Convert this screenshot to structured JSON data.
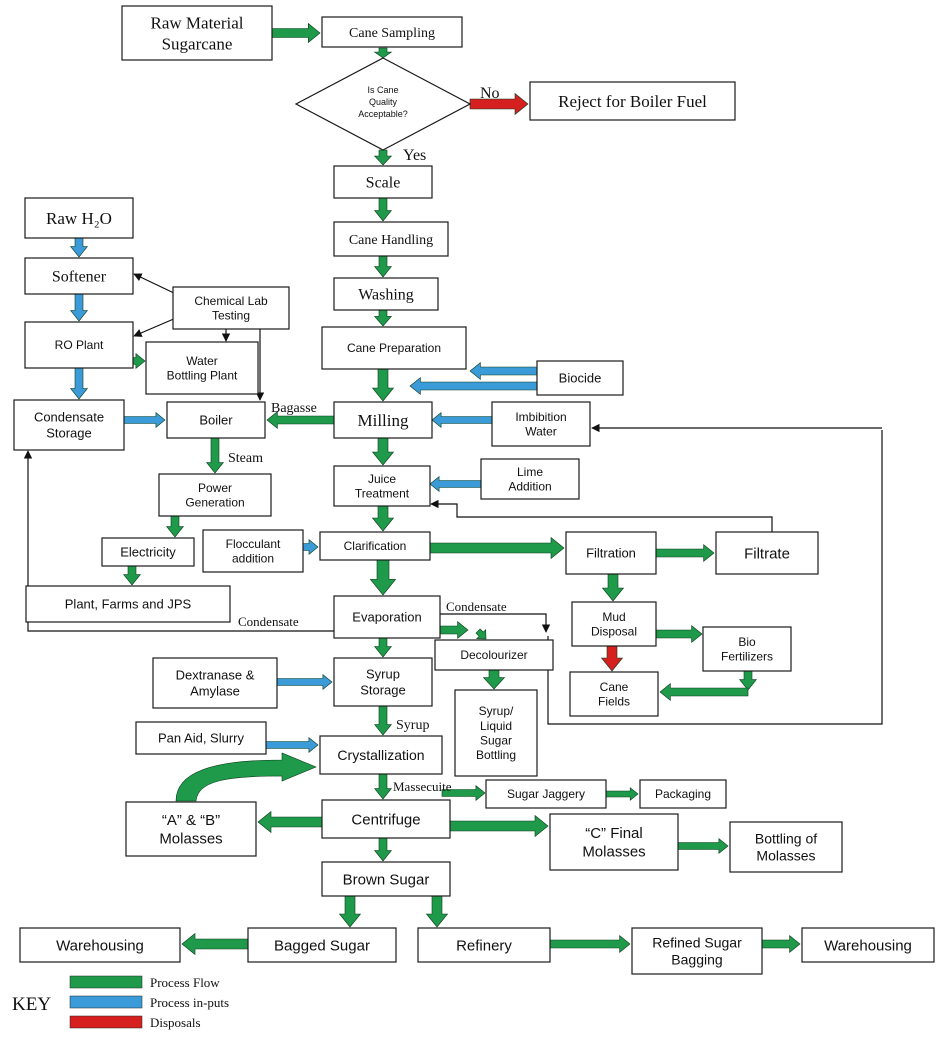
{
  "colors": {
    "process_flow": "#1e9a4a",
    "process_inputs": "#3a9bd8",
    "disposals": "#d62020"
  },
  "nodes": {
    "raw_material": [
      "Raw Material",
      "Sugarcane"
    ],
    "cane_sampling": "Cane Sampling",
    "decision": [
      "Is Cane",
      "Quality",
      "Acceptable?"
    ],
    "reject": "Reject for Boiler Fuel",
    "scale": "Scale",
    "cane_handling": "Cane Handling",
    "washing": "Washing",
    "cane_preparation": "Cane Preparation",
    "biocide": "Biocide",
    "milling": "Milling",
    "imbibition": [
      "Imbibition",
      "Water"
    ],
    "juice_treatment": [
      "Juice",
      "Treatment"
    ],
    "lime_addition": [
      "Lime",
      "Addition"
    ],
    "clarification": "Clarification",
    "filtration": "Filtration",
    "filtrate": "Filtrate",
    "flocculant": [
      "Flocculant",
      "addition"
    ],
    "evaporation": "Evaporation",
    "decolourizer": "Decolourizer",
    "syrup_bottling": [
      "Syrup/",
      "Liquid",
      "Sugar",
      "Bottling"
    ],
    "mud_disposal": [
      "Mud",
      "Disposal"
    ],
    "bio_fertilizers": [
      "Bio",
      "Fertilizers"
    ],
    "cane_fields": [
      "Cane",
      "Fields"
    ],
    "dextranase": [
      "Dextranase &",
      "Amylase"
    ],
    "syrup_storage": [
      "Syrup",
      "Storage"
    ],
    "pan_aid": "Pan Aid, Slurry",
    "crystallization": "Crystallization",
    "sugar_jaggery": "Sugar Jaggery",
    "packaging": "Packaging",
    "ab_molasses": [
      "“A” & “B”",
      "Molasses"
    ],
    "centrifuge": "Centrifuge",
    "c_molasses": [
      "“C” Final",
      "Molasses"
    ],
    "bottling_molasses": [
      "Bottling of",
      "Molasses"
    ],
    "brown_sugar": "Brown Sugar",
    "warehousing_left": "Warehousing",
    "bagged_sugar": "Bagged Sugar",
    "refinery": "Refinery",
    "refined_bagging": [
      "Refined Sugar",
      "Bagging"
    ],
    "warehousing_right": "Warehousing",
    "raw_h2o": "Raw H₂O",
    "softener": "Softener",
    "chemical_lab": [
      "Chemical Lab",
      "Testing"
    ],
    "ro_plant": "RO Plant",
    "water_bottling": [
      "Water",
      "Bottling Plant"
    ],
    "condensate_storage": [
      "Condensate",
      "Storage"
    ],
    "boiler": "Boiler",
    "power_generation": [
      "Power",
      "Generation"
    ],
    "electricity": "Electricity",
    "plant_farms": "Plant, Farms and JPS"
  },
  "edge_labels": {
    "no": "No",
    "yes": "Yes",
    "bagasse": "Bagasse",
    "steam": "Steam",
    "condensate_left": "Condensate",
    "condensate_right": "Condensate",
    "syrup": "Syrup",
    "massecuite": "Massecuite"
  },
  "key": {
    "title": "KEY",
    "items": [
      "Process Flow",
      "Process in-puts",
      "Disposals"
    ]
  }
}
